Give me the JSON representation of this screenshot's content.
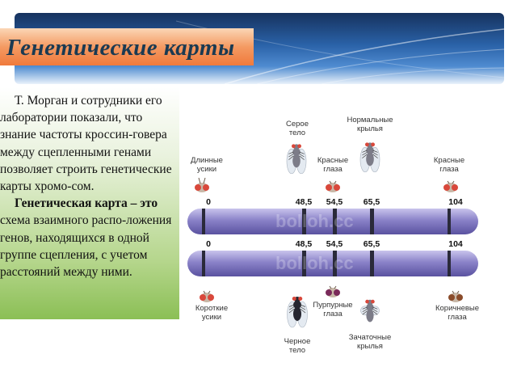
{
  "title": "Генетические карты",
  "paragraphs": [
    {
      "bold": "",
      "text": "Т. Морган и сотрудники его лаборатории показали, что знание частоты кроссин-говера между сцепленными генами позволяет строить генетические карты хромо-сом."
    },
    {
      "bold": "Генетическая карта – это",
      "text": " схема взаимного распо-ложения генов, находящихся в одной группе сцепления, с учетом расстояний между ними."
    }
  ],
  "diagram": {
    "top_labels": [
      {
        "text": "Длинные\nусики",
        "pos": 0
      },
      {
        "text": "Серое\nтело",
        "pos": 48.5
      },
      {
        "text": "Красные\nглаза",
        "pos": 54.5
      },
      {
        "text": "Нормальные\nкрылья",
        "pos": 65.5
      },
      {
        "text": "Красные\nглаза",
        "pos": 104
      }
    ],
    "bottom_labels": [
      {
        "text": "Короткие\nусики",
        "pos": 0
      },
      {
        "text": "Черное\nтело",
        "pos": 48.5
      },
      {
        "text": "Пурпурные\nглаза",
        "pos": 54.5
      },
      {
        "text": "Зачаточные\nкрылья",
        "pos": 65.5
      },
      {
        "text": "Коричневые\nглаза",
        "pos": 104
      }
    ],
    "positions": [
      "0",
      "48,5",
      "54,5",
      "65,5",
      "104"
    ],
    "watermark": "bolloh.cc",
    "colors": {
      "chromosome": "#8a82c8",
      "band": "#2a2a3a",
      "eye_red": "#d9483b",
      "eye_brown": "#8a4b2a",
      "eye_purple": "#7a2a5a"
    }
  }
}
